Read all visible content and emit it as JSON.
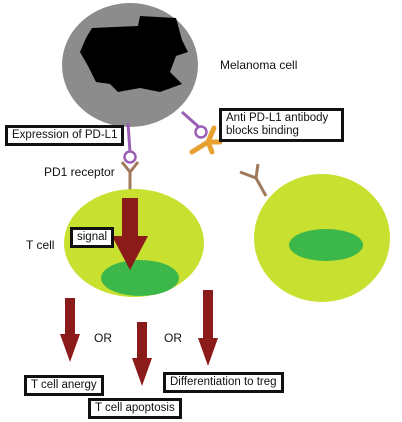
{
  "labels": {
    "melanoma_cell": "Melanoma cell",
    "expression_pdl1": "Expression of PD-L1",
    "antibody": "Anti PD-L1 antibody blocks binding",
    "pd1_receptor": "PD1 receptor",
    "t_cell": "T cell",
    "signal": "signal",
    "or_left": "OR",
    "or_right": "OR",
    "anergy": "T cell anergy",
    "apoptosis": "T cell apoptosis",
    "treg": "Differentiation to treg"
  },
  "colors": {
    "melanoma_cell": "#8c8c8c",
    "nucleus_dark": "#000000",
    "t_cell": "#c8e030",
    "t_cell_nucleus": "#3cb84a",
    "arrow": "#8b1a1a",
    "pdl1": "#9b5fb5",
    "antibody": "#e8a030",
    "receptor": "#a0785a"
  }
}
